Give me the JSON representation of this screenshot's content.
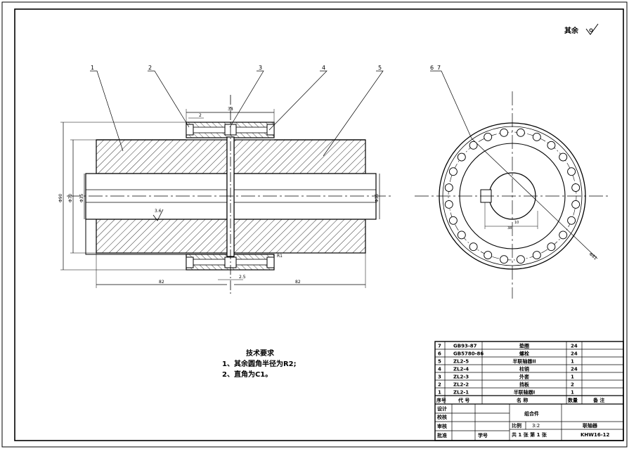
{
  "surface_note": "其余",
  "leaders": {
    "left": [
      "1",
      "2",
      "3",
      "4",
      "5"
    ],
    "right": [
      "6",
      "7"
    ]
  },
  "dimensions": {
    "top_span": "38",
    "top_small": "2",
    "dia_outer": "Φ90",
    "dia_body": "Φ70",
    "dia_bore_left": "Φ35",
    "dia_bore_right": "Φ35",
    "roughness_value": "3.6",
    "flange_fillet": "R1",
    "len_left": "82",
    "gap": "2.5",
    "len_right": "82",
    "key_width": "10",
    "key_depth": "38",
    "bolt_circle": "Φ81"
  },
  "tech_requirements": {
    "title": "技术要求",
    "items": [
      "1、其余圆角半径为R2;",
      "2、直角为C1。"
    ]
  },
  "bom": {
    "rows": [
      {
        "no": "7",
        "code": "GB93-87",
        "name": "垫圈",
        "qty": "24",
        "note": ""
      },
      {
        "no": "6",
        "code": "GB5780-86",
        "name": "螺栓",
        "qty": "24",
        "note": ""
      },
      {
        "no": "5",
        "code": "ZL2-5",
        "name": "半联轴器II",
        "qty": "1",
        "note": ""
      },
      {
        "no": "4",
        "code": "ZL2-4",
        "name": "柱销",
        "qty": "24",
        "note": ""
      },
      {
        "no": "3",
        "code": "ZL2-3",
        "name": "外套",
        "qty": "1",
        "note": ""
      },
      {
        "no": "2",
        "code": "ZL2-2",
        "name": "挡板",
        "qty": "2",
        "note": ""
      },
      {
        "no": "1",
        "code": "ZL2-1",
        "name": "半联轴器I",
        "qty": "1",
        "note": ""
      }
    ],
    "header": {
      "no": "序号",
      "code": "代 号",
      "name": "名  称",
      "qty": "数量",
      "note": "备  注"
    }
  },
  "title_block": {
    "design": "设计",
    "check": "校核",
    "review": "审核",
    "approve": "批准",
    "student_no": "学号",
    "drawing_type": "组合件",
    "scale_label": "比例",
    "scale": "3:2",
    "name": "联轴器",
    "sheet_info": "共 1 张 第 1 张",
    "drawing_no": "KHW16-12"
  }
}
